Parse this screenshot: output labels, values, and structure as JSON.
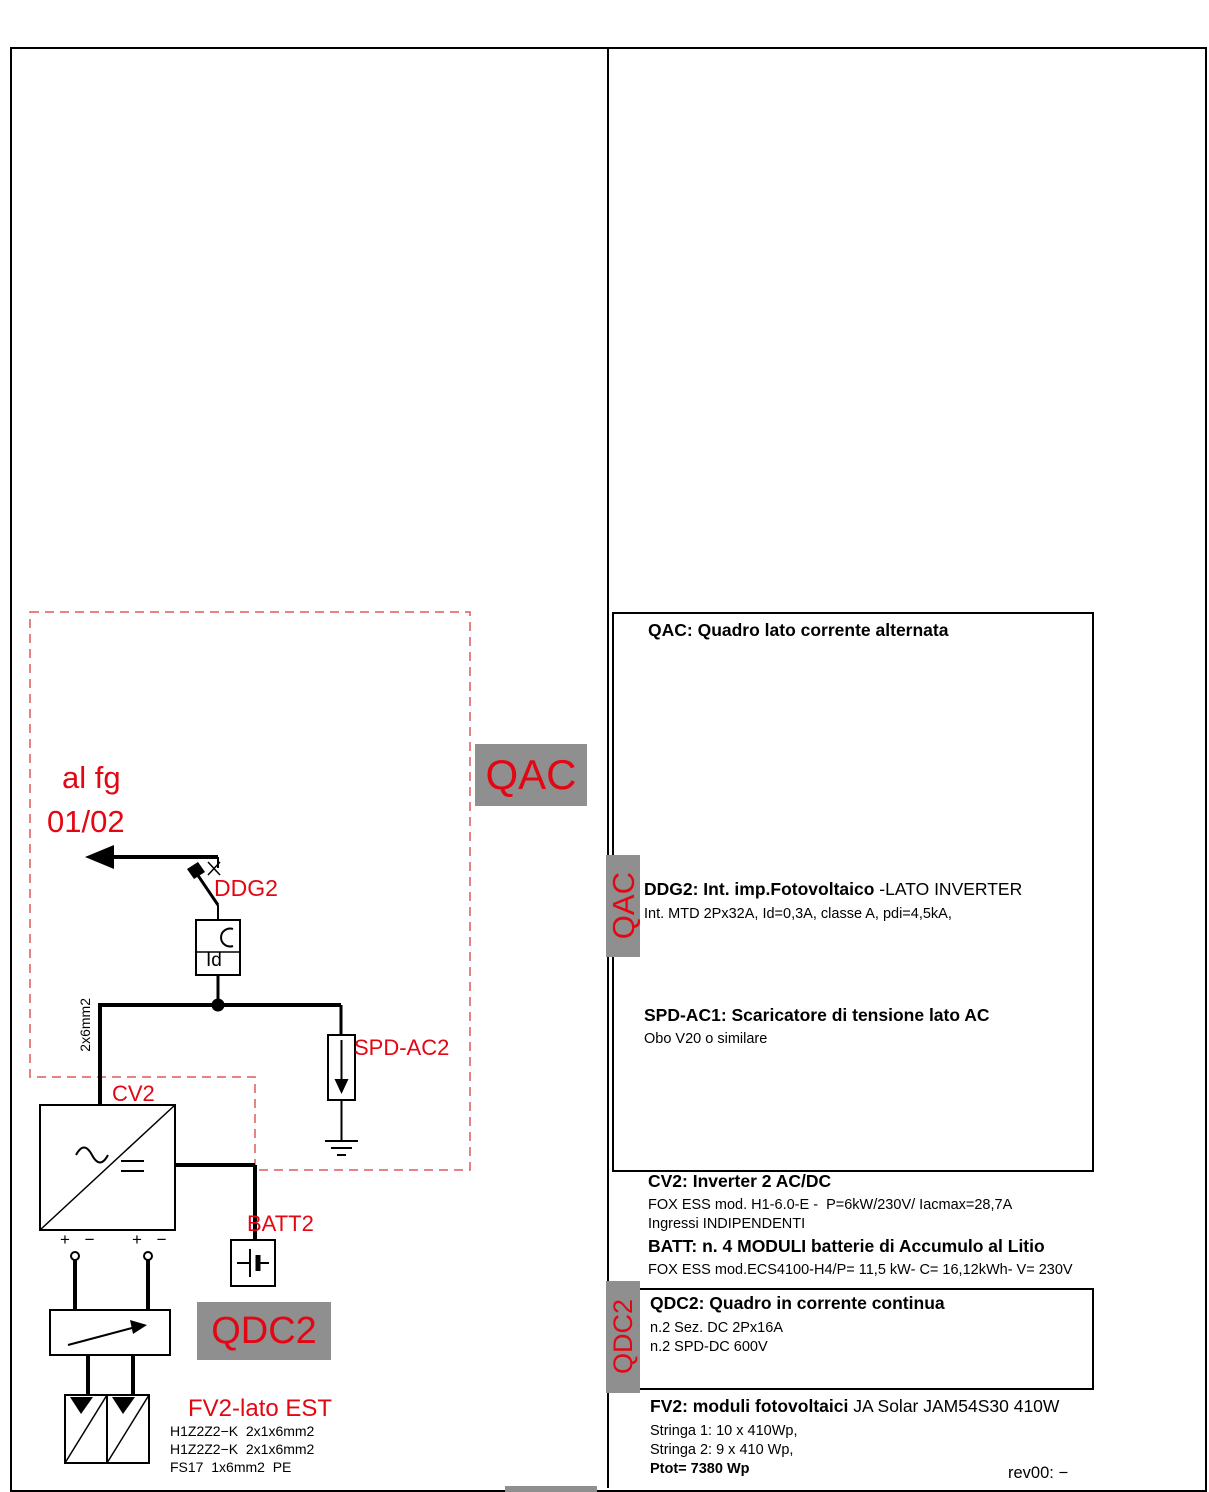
{
  "colors": {
    "accent_red": "#e30613",
    "dash_red": "#dd5a5a",
    "box_gray": "#8f8f8f"
  },
  "schematic": {
    "destination": {
      "line1": "al fg",
      "line2": "01/02"
    },
    "qac_tag": "QAC",
    "qdc2_tag": "QDC2",
    "labels": {
      "ddg2": "DDG2",
      "id": "Id",
      "cable_vertical": "2x6mm2",
      "spd": "SPD-AC2",
      "cv2": "CV2",
      "batt2": "BATT2",
      "fv2": "FV2-lato EST",
      "plus_minus_left": "+ −",
      "plus_minus_right": "+ −"
    },
    "cables": [
      "H1Z2Z2−K  2x1x6mm2",
      "H1Z2Z2−K  2x1x6mm2",
      "FS17  1x6mm2  PE"
    ]
  },
  "legend": {
    "qac": {
      "tab": "QAC",
      "title": "QAC: Quadro lato corrente alternata",
      "ddg2_bold": "DDG2: Int. imp.Fotovoltaico",
      "ddg2_rest": " -LATO INVERTER",
      "ddg2_detail": "Int. MTD 2Px32A, Id=0,3A, classe A, pdi=4,5kA,",
      "spd_title": "SPD-AC1: Scaricatore di tensione lato AC",
      "spd_detail": "Obo V20 o similare"
    },
    "cv2": {
      "title": "CV2: Inverter 2 AC/DC",
      "detail1": "FOX ESS mod. H1-6.0-E -  P=6kW/230V/ Iacmax=28,7A",
      "detail2": "Ingressi INDIPENDENTI",
      "batt_title": "BATT: n. 4 MODULI batterie di Accumulo al Litio",
      "batt_detail": "FOX ESS mod.ECS4100-H4/P= 11,5 kW- C= 16,12kWh- V= 230V"
    },
    "qdc2": {
      "tab": "QDC2",
      "title": "QDC2: Quadro in corrente continua",
      "detail1": "n.2 Sez. DC 2Px16A",
      "detail2": "n.2 SPD-DC 600V"
    },
    "fv2": {
      "title_bold": "FV2: moduli fotovoltaici",
      "title_rest": " JA Solar JAM54S30 410W",
      "detail1": "Stringa 1: 10 x 410Wp,",
      "detail2": "Stringa 2: 9 x 410 Wp,",
      "ptot": "Ptot= 7380 Wp"
    },
    "rev": "rev00: −"
  }
}
